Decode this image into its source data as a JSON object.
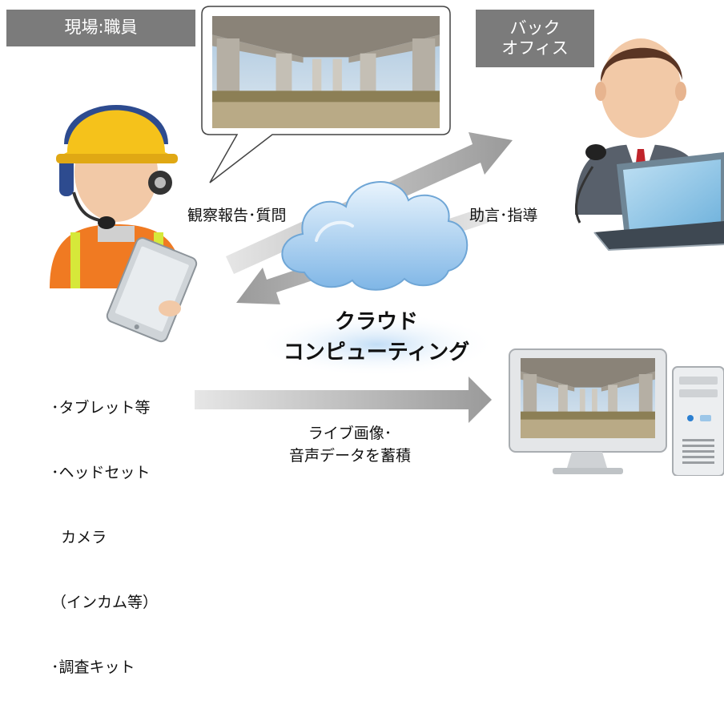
{
  "labels": {
    "field_staff": "現場:職員",
    "back_office_line1": "バック",
    "back_office_line2": "オフィス",
    "report": "観察報告･質問",
    "advice": "助言･指導",
    "cloud_line1": "クラウド",
    "cloud_line2": "コンピューティング",
    "equipment": [
      "･タブレット等",
      "･ヘッドセット",
      "  カメラ",
      "（インカム等）",
      "･調査キット"
    ],
    "storage_line1": "ライブ画像･",
    "storage_line2": "音声データを蓄積"
  },
  "icons": {
    "worker": "worker-with-helmet-icon",
    "office": "office-operator-icon",
    "cloud": "cloud-icon",
    "pc": "desktop-pc-icon",
    "photo": "bridge-underside-photo"
  },
  "colors": {
    "tag_bg": "#7b7b7b",
    "arrow": "#9a9a9a",
    "cloud": "#8fc3ec",
    "helmet": "#f5c21b",
    "vest": "#f07a22"
  }
}
